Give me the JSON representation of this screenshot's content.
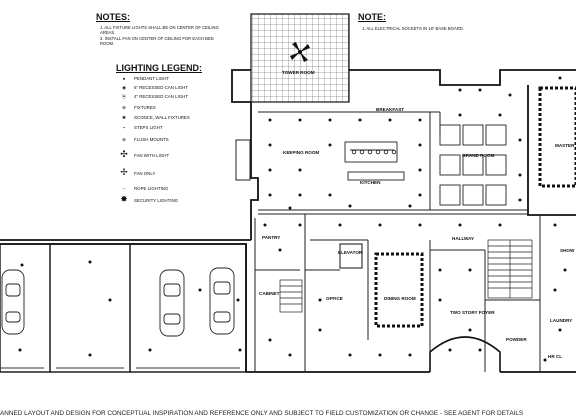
{
  "notes_left": {
    "title": "NOTES:",
    "items": [
      "1.    ALL FIXTURE LIGHTS SHALL BE ON CENTER OF CEILING",
      "       AREAS.",
      "2.    INSTALL FAN ON CENTER OF CEILING FOR EACH BED",
      "       ROOM."
    ]
  },
  "notes_right": {
    "title": "NOTE:",
    "items": [
      "1.    ALL ELECTRICAL SOCKETS IN 18\" BASE BOARD."
    ]
  },
  "legend": {
    "title": "LIGHTING LEGEND:",
    "items": [
      {
        "symbol": "pendant-light-icon",
        "label": "PENDANT LIGHT"
      },
      {
        "symbol": "recessed-6-icon",
        "label": "6\" RECESSED CAN LIGHT"
      },
      {
        "symbol": "recessed-4-icon",
        "label": "4\" RECESSED CAN LIGHT"
      },
      {
        "symbol": "fixture-icon",
        "label": "FIXTURES"
      },
      {
        "symbol": "sconce-icon",
        "label": "SCONCE, WALL FIXTURES"
      },
      {
        "symbol": "step-light-icon",
        "label": "STEPS LIGHT"
      },
      {
        "symbol": "flush-mount-icon",
        "label": "FLUSH MOUNTS"
      },
      {
        "symbol": "fan-light-icon",
        "label": "FAN WITH LIGHT"
      },
      {
        "symbol": "fan-only-icon",
        "label": "FAN ONLY"
      },
      {
        "symbol": "rope-light-icon",
        "label": "ROPE LIGHTING"
      },
      {
        "symbol": "security-light-icon",
        "label": "SECURITY LIGHTING"
      }
    ]
  },
  "rooms": {
    "tower_room": "TOWER ROOM",
    "breakfast": "BREAKFAST",
    "keeping_room": "KEEPING ROOM",
    "grand_room": "GRAND ROOM",
    "master": "MASTER",
    "kitchen": "KITCHEN",
    "pantry": "PANTRY",
    "hallway": "HALLWAY",
    "elevator": "ELEVATOR",
    "office": "OFFICE",
    "dining_room": "DINING ROOM",
    "two_story_foyer": "TWO STORY FOYER",
    "powder": "POWDER",
    "cabinet": "CABINET",
    "show": "SHOW",
    "hr": "HR CL",
    "laundry": "LAUNDRY"
  },
  "footer": "ANNED LAYOUT AND DESIGN FOR CONCEPTUAL INSPIRATION AND REFERENCE ONLY AND SUBJECT TO FIELD CUSTOMIZATION OR CHANGE - SEE AGENT FOR DETAILS"
}
